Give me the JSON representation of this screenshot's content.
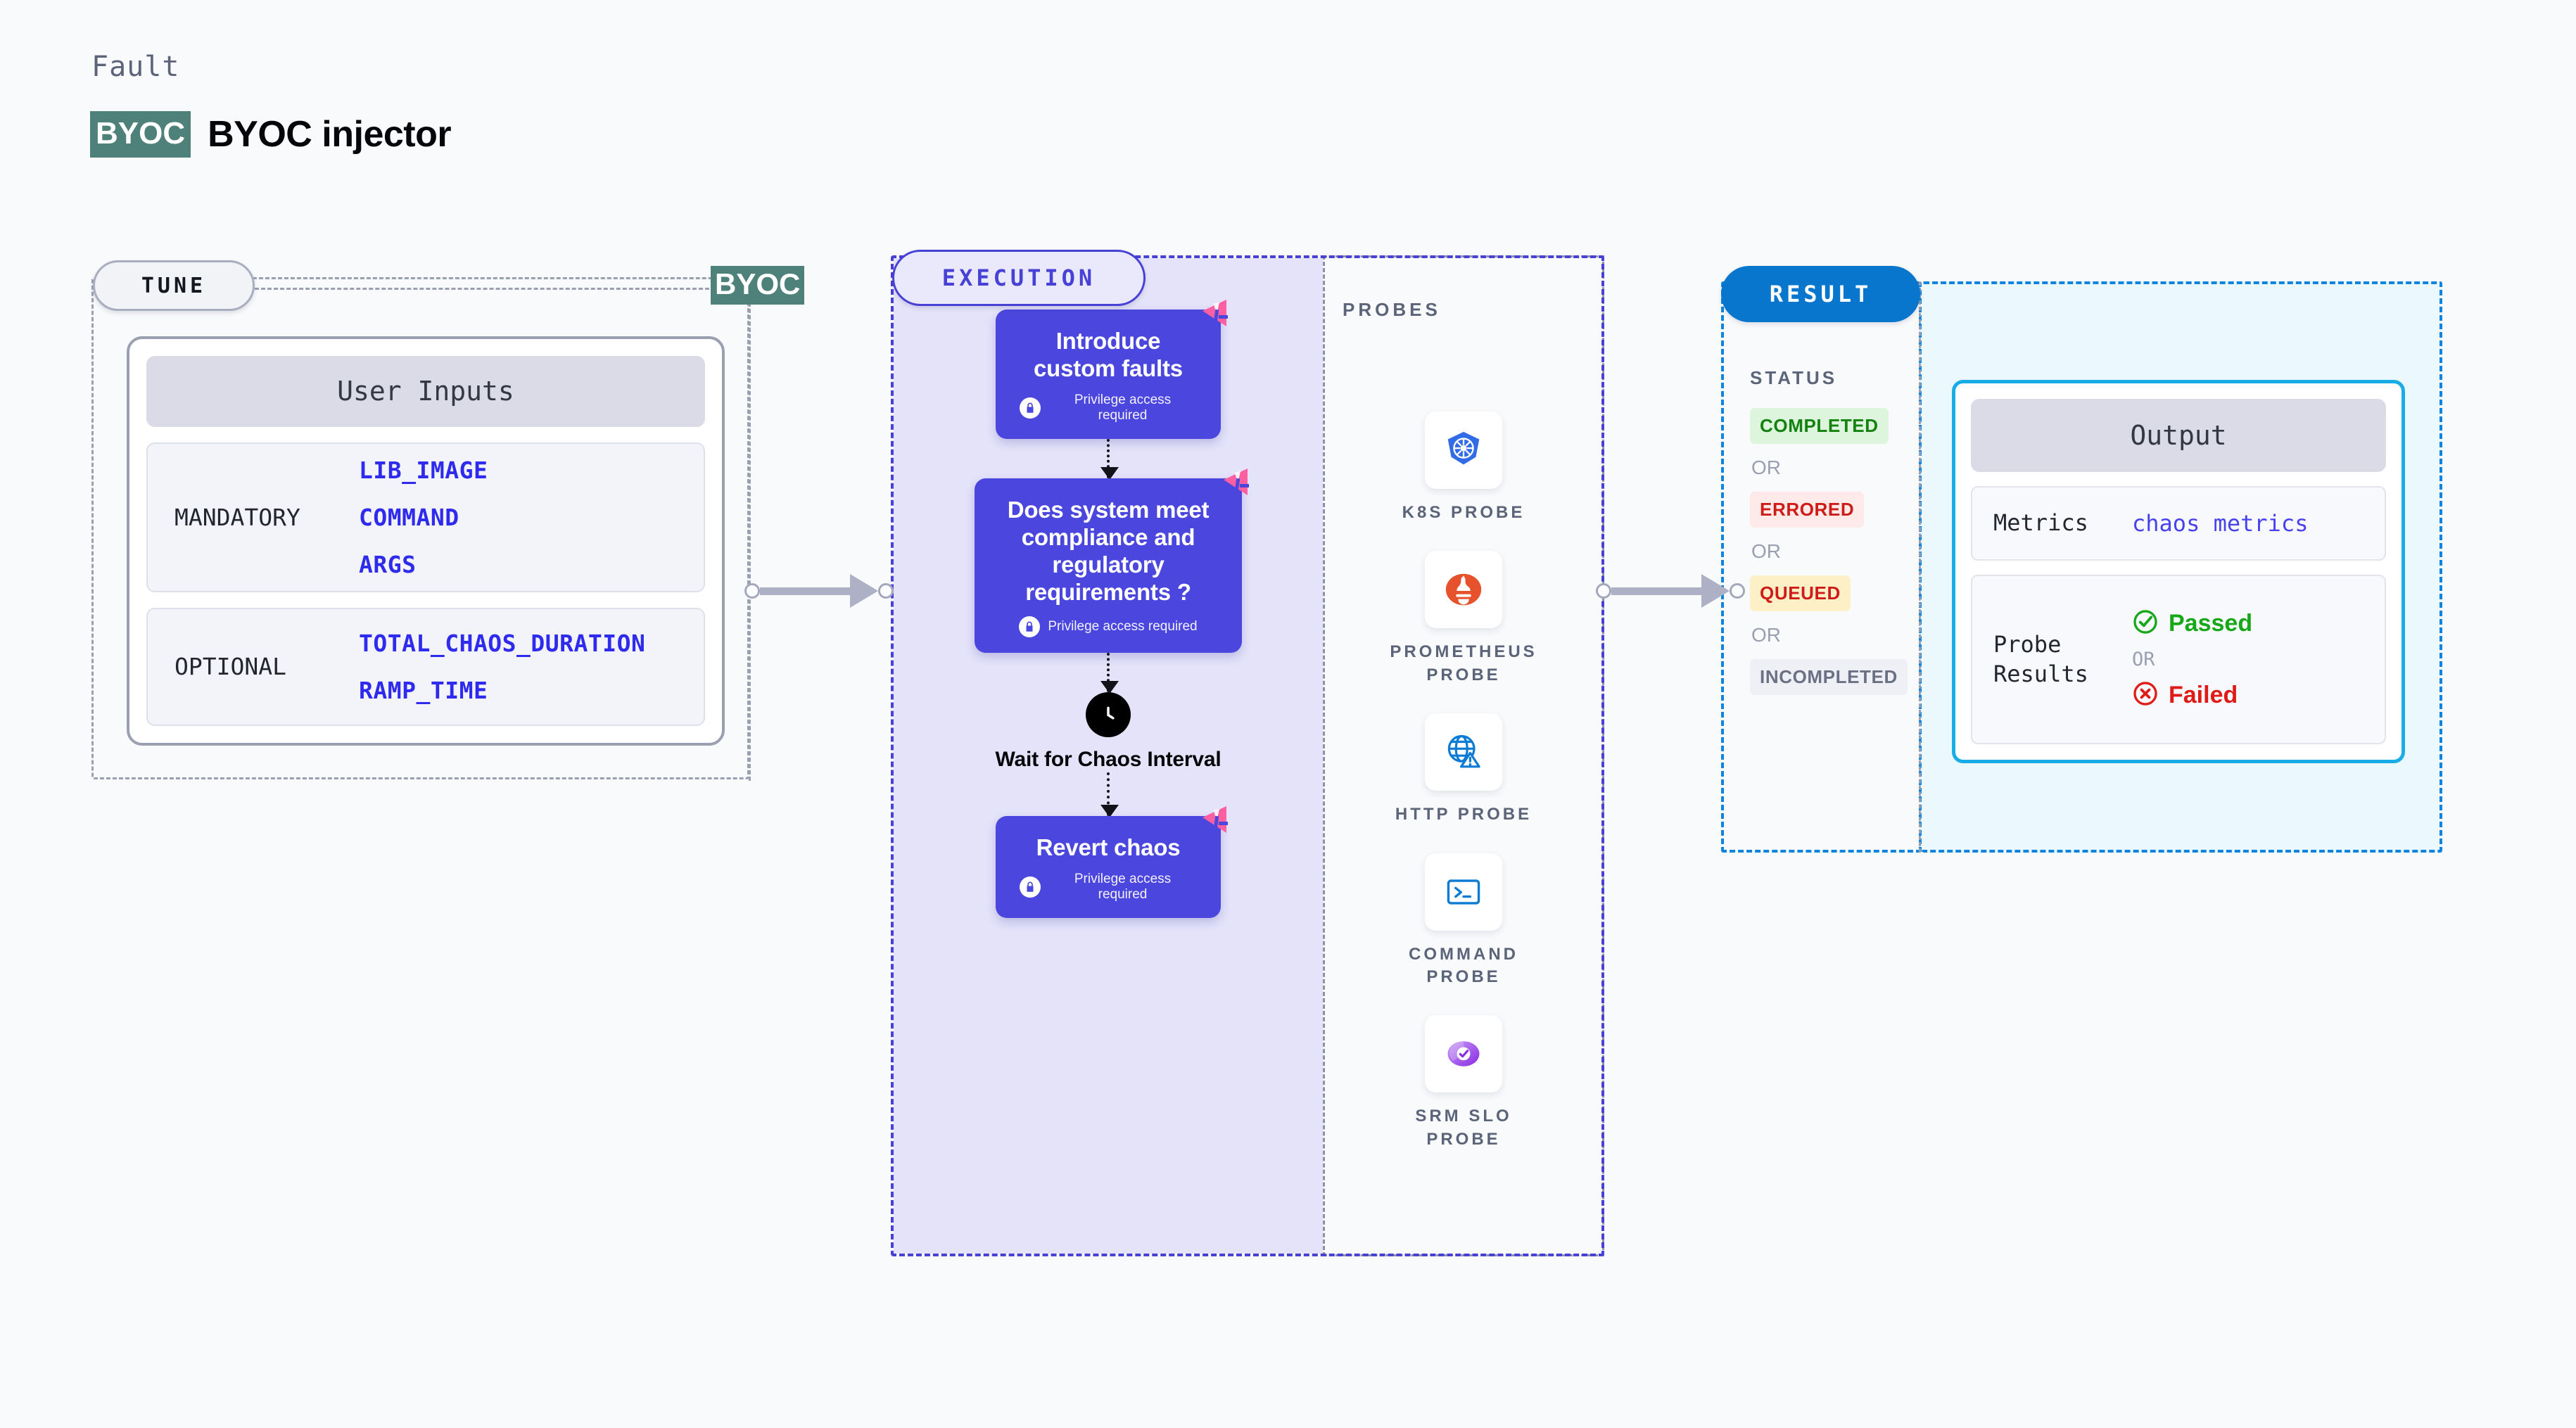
{
  "header": {
    "kicker": "Fault",
    "badge": "BYOC",
    "title": "BYOC injector"
  },
  "tune": {
    "pill_label": "TUNE",
    "byoc_marker": "BYOC",
    "card_header": "User Inputs",
    "groups": [
      {
        "kind": "MANDATORY",
        "values": [
          "LIB_IMAGE",
          "COMMAND",
          "ARGS"
        ]
      },
      {
        "kind": "OPTIONAL",
        "values": [
          "TOTAL_CHAOS_DURATION",
          "RAMP_TIME"
        ]
      }
    ]
  },
  "execution": {
    "pill_label": "EXECUTION",
    "privilege_note": "Privilege access required",
    "nodes": [
      {
        "type": "card",
        "title": "Introduce custom faults",
        "privileged": true
      },
      {
        "type": "card",
        "title": "Does system meet compliance and regulatory requirements ?",
        "privileged": true
      },
      {
        "type": "wait",
        "title": "Wait for Chaos Interval",
        "icon": "clock-icon"
      },
      {
        "type": "card",
        "title": "Revert chaos",
        "privileged": true
      }
    ]
  },
  "probes": {
    "title": "PROBES",
    "items": [
      {
        "label": "K8S PROBE",
        "icon": "kubernetes-icon"
      },
      {
        "label": "PROMETHEUS PROBE",
        "icon": "prometheus-icon"
      },
      {
        "label": "HTTP PROBE",
        "icon": "http-globe-warning-icon"
      },
      {
        "label": "COMMAND PROBE",
        "icon": "terminal-icon"
      },
      {
        "label": "SRM SLO PROBE",
        "icon": "srm-slo-donut-icon"
      }
    ]
  },
  "result": {
    "pill_label": "RESULT",
    "status_title": "STATUS",
    "or_label": "OR",
    "statuses": [
      {
        "label": "COMPLETED",
        "bg": "#DDF5DC",
        "fg": "#13820E"
      },
      {
        "label": "ERRORED",
        "bg": "#FDEAE9",
        "fg": "#CE1C18"
      },
      {
        "label": "QUEUED",
        "bg": "#FDEFC6",
        "fg": "#CE1C18"
      },
      {
        "label": "INCOMPLETED",
        "bg": "#EFF0F6",
        "fg": "#6B7185"
      }
    ],
    "output": {
      "header": "Output",
      "metrics_key": "Metrics",
      "metrics_value": "chaos metrics",
      "probe_key": "Probe Results",
      "passed_label": "Passed",
      "failed_label": "Failed",
      "or_label": "OR"
    }
  },
  "colors": {
    "accent_purple": "#4A46DE",
    "accent_blue": "#0976CE",
    "accent_cyan": "#19ADE8",
    "byoc_teal": "#4E8179",
    "litmus_pink": "#FD5FA0",
    "exec_bg": "#E4E3FA",
    "result_bg": "#EBF8FE",
    "page_bg": "#F8FAFC"
  }
}
